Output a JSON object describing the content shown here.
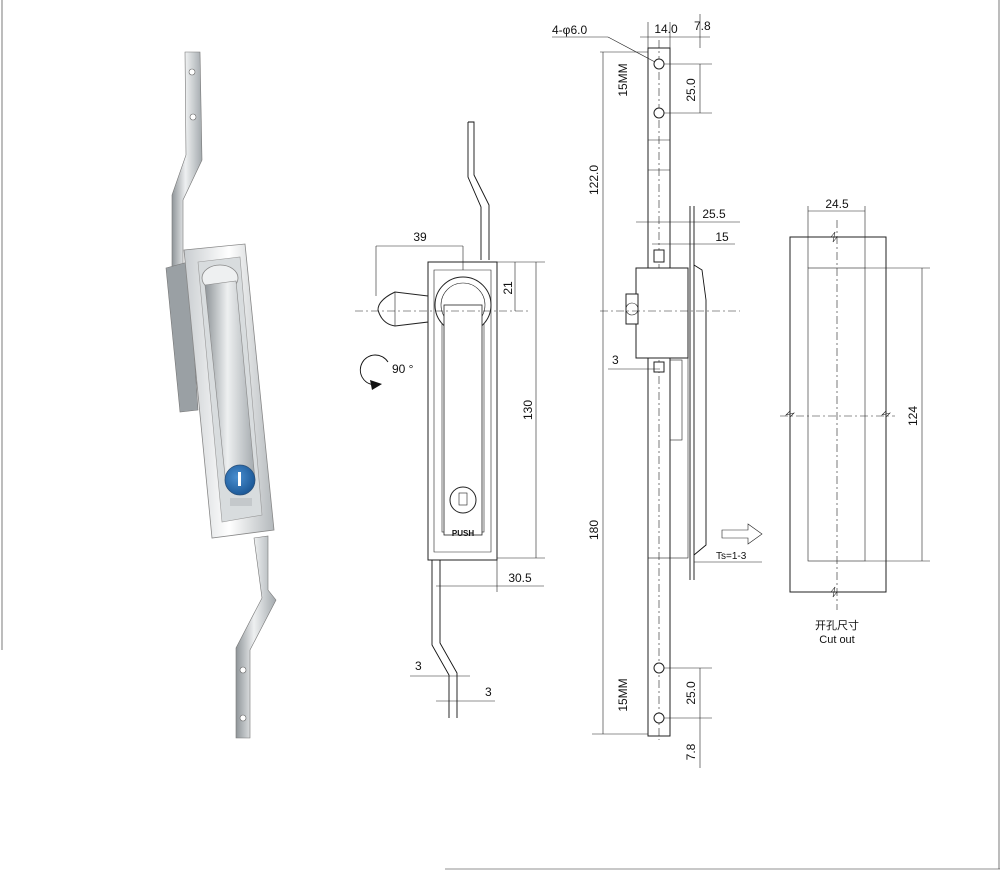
{
  "drawing": {
    "dim_holes": "4-φ6.0",
    "dim_14": "14.0",
    "dim_7_8_top": "7.8",
    "dim_15mm_top": "15MM",
    "dim_25_top": "25.0",
    "dim_122": "122.0",
    "dim_25_5": "25.5",
    "dim_15": "15",
    "dim_3_side": "3",
    "dim_180": "180",
    "dim_ts": "Ts=1-3",
    "dim_15mm_bottom": "15MM",
    "dim_25_bottom": "25.0",
    "dim_7_8_bottom": "7.8",
    "dim_39": "39",
    "dim_21": "21",
    "dim_130": "130",
    "dim_30_5": "30.5",
    "dim_3_a": "3",
    "dim_3_b": "3",
    "rotation": "90 °",
    "push_label": "PUSH",
    "dim_24_5": "24.5",
    "dim_124": "124",
    "cutout_cn": "开孔尺寸",
    "cutout_en": "Cut out"
  }
}
